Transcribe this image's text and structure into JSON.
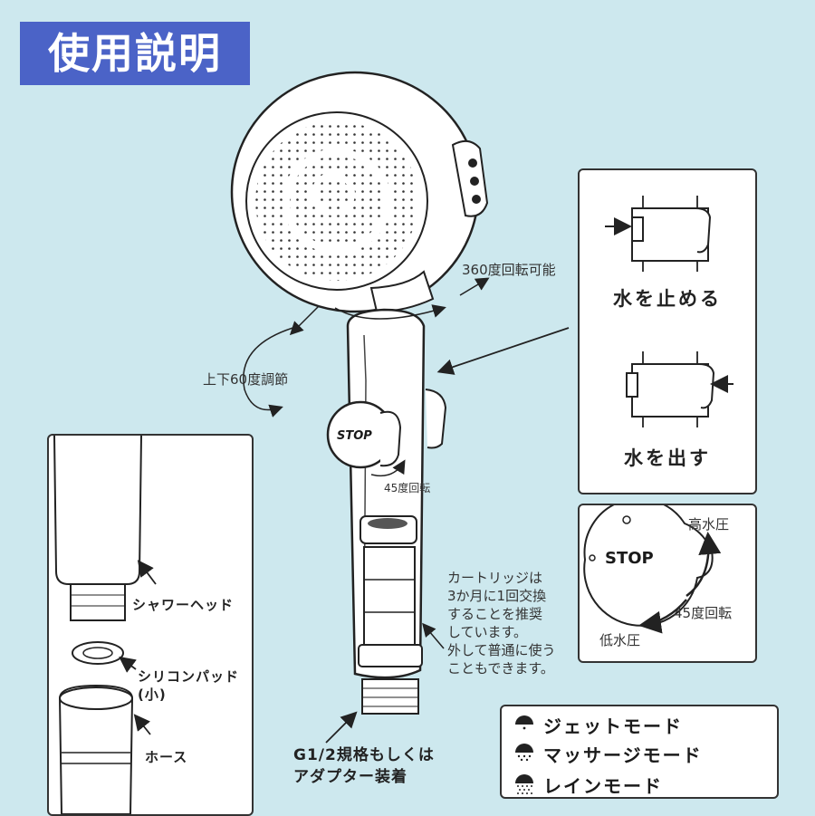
{
  "title": "使用説明",
  "labels": {
    "rotate360": "360度回転可能",
    "tilt60": "上下60度調節",
    "rotate45_small": "45度回転",
    "cartridge_note": [
      "カートリッジは",
      "3か月に1回交換",
      "することを推奨",
      "しています。",
      "外して普通に使う",
      "こともできます。"
    ],
    "g12": [
      "G1/2規格もしくは",
      "アダプター装着"
    ]
  },
  "left_panel": {
    "shower_head": "シャワーヘッド",
    "silicone_pad": [
      "シリコンパッド",
      "(小)"
    ],
    "hose": "ホース"
  },
  "switch_panel": {
    "stop_water": "水を止める",
    "start_water": "水を出す"
  },
  "pressure_panel": {
    "stop": "STOP",
    "high": "高水圧",
    "rotate": "45度回転",
    "low": "低水圧"
  },
  "main_stop": "STOP",
  "modes": [
    {
      "label": "ジェットモード",
      "icon": "jet-mode-icon"
    },
    {
      "label": "マッサージモード",
      "icon": "massage-mode-icon"
    },
    {
      "label": "レインモード",
      "icon": "rain-mode-icon"
    }
  ]
}
